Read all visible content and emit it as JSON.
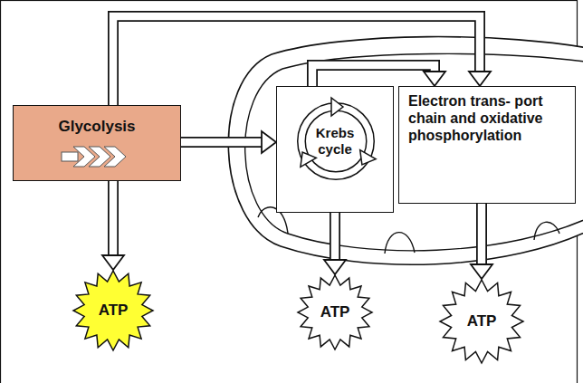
{
  "diagram": {
    "nodes": [
      {
        "text": [
          "Glycolysis"
        ]
      },
      {
        "text": [
          "Krebs cycle"
        ]
      },
      {
        "text": [
          "Electron trans- port chain and oxidative phosphorylation"
        ]
      },
      {
        "text": [
          "ATP"
        ]
      },
      {
        "text": [
          "ATP"
        ]
      },
      {
        "text": [
          "ATP"
        ]
      }
    ],
    "edges": [
      {
        "from": 0,
        "to": 1,
        "arrow": "to"
      },
      {
        "from": 0,
        "to": 2,
        "arrow": "to"
      },
      {
        "from": 1,
        "to": 2,
        "arrow": "to"
      },
      {
        "from": 0,
        "to": 3,
        "arrow": "to"
      },
      {
        "from": 1,
        "to": 4,
        "arrow": "to"
      },
      {
        "from": 2,
        "to": 5,
        "arrow": "to"
      }
    ]
  }
}
